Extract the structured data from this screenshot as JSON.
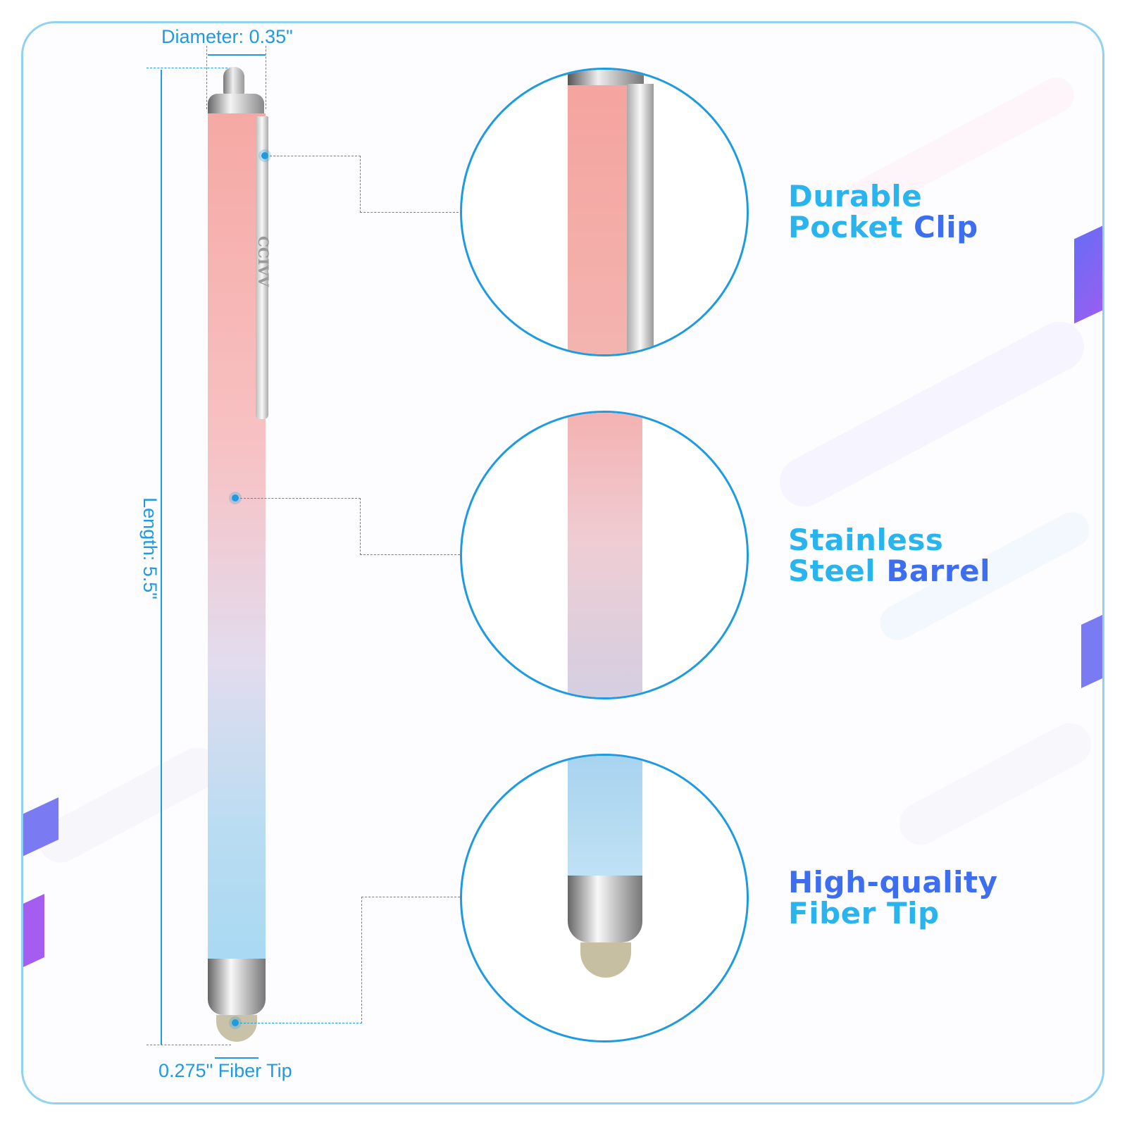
{
  "dimensions": {
    "diameter": "Diameter: 0.35\"",
    "length": "Length: 5.5\"",
    "tip": "0.275\" Fiber Tip"
  },
  "features": [
    {
      "line1": "Durable",
      "line2a": "Pocket",
      "line2b": "Clip"
    },
    {
      "line1": "Stainless",
      "line2a": "Steel",
      "line2b": "Barrel"
    },
    {
      "line1": "High-quality",
      "line2a": "Fiber",
      "line2b": "Tip"
    }
  ],
  "brand_logo": "CCIVV",
  "colors": {
    "accent": "#1e9be0",
    "title_cyan": "#2ab4ee",
    "title_blue": "#3d6ef0",
    "barrel_top": "#f6a9a4",
    "barrel_bottom": "#a9d9f3"
  }
}
